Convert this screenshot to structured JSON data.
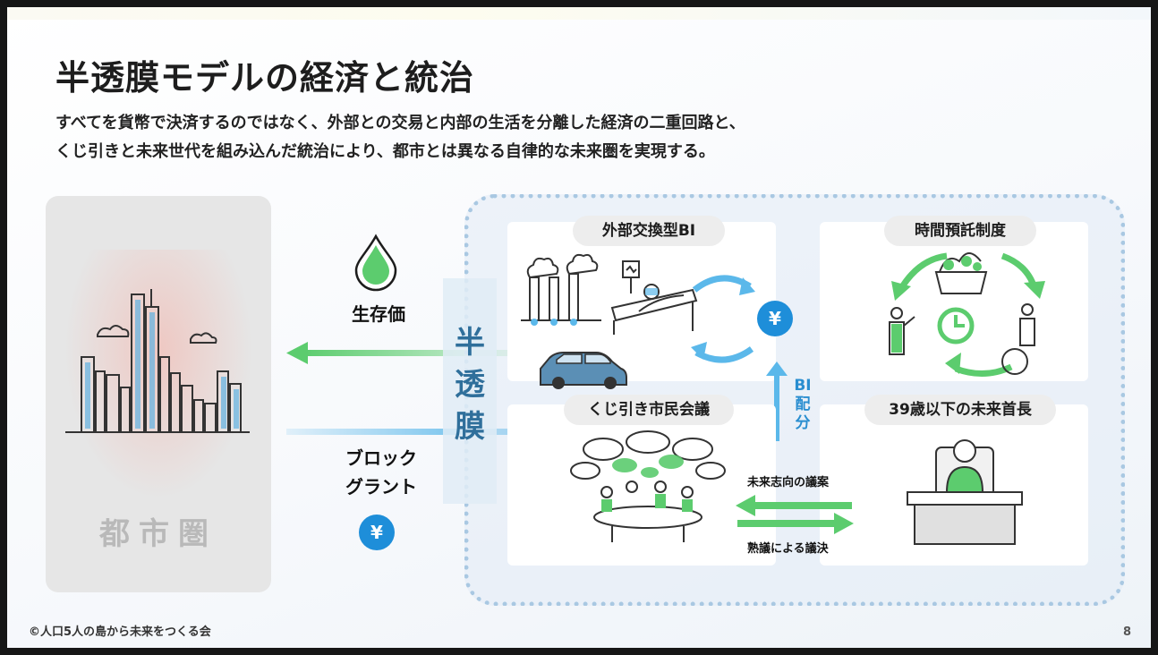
{
  "title": "半透膜モデルの経済と統治",
  "subtitle": {
    "line1": "すべてを貨幣で決済するのではなく、外部との交易と内部の生活を分離した経済の二重回路と、",
    "line2": "くじ引きと未来世代を組み込んだ統治により、都市とは異なる自律的な未来圏を実現する。"
  },
  "city": {
    "label": "都市圏"
  },
  "flows": {
    "survival_value": "生存価",
    "block_grant_line1": "ブロック",
    "block_grant_line2": "グラント",
    "yen_symbol": "¥"
  },
  "membrane": {
    "label": "半透膜"
  },
  "panels": {
    "external_bi": "外部交換型BI",
    "time_deposit": "時間預託制度",
    "lottery_assembly": "くじ引き市民会議",
    "young_leader": "39歳以下の未来首長"
  },
  "bi_distribution": "BI配分",
  "assembly_arrows": {
    "top": "未来志向の議案",
    "bottom": "熟議による議決"
  },
  "footer": {
    "copyright": "©人口5人の島から未来をつくる会",
    "page": "8"
  },
  "colors": {
    "green": "#5ccc6e",
    "blue": "#5bb8ea",
    "yen": "#1e8ed9",
    "membrane_text": "#2f6f9b"
  }
}
